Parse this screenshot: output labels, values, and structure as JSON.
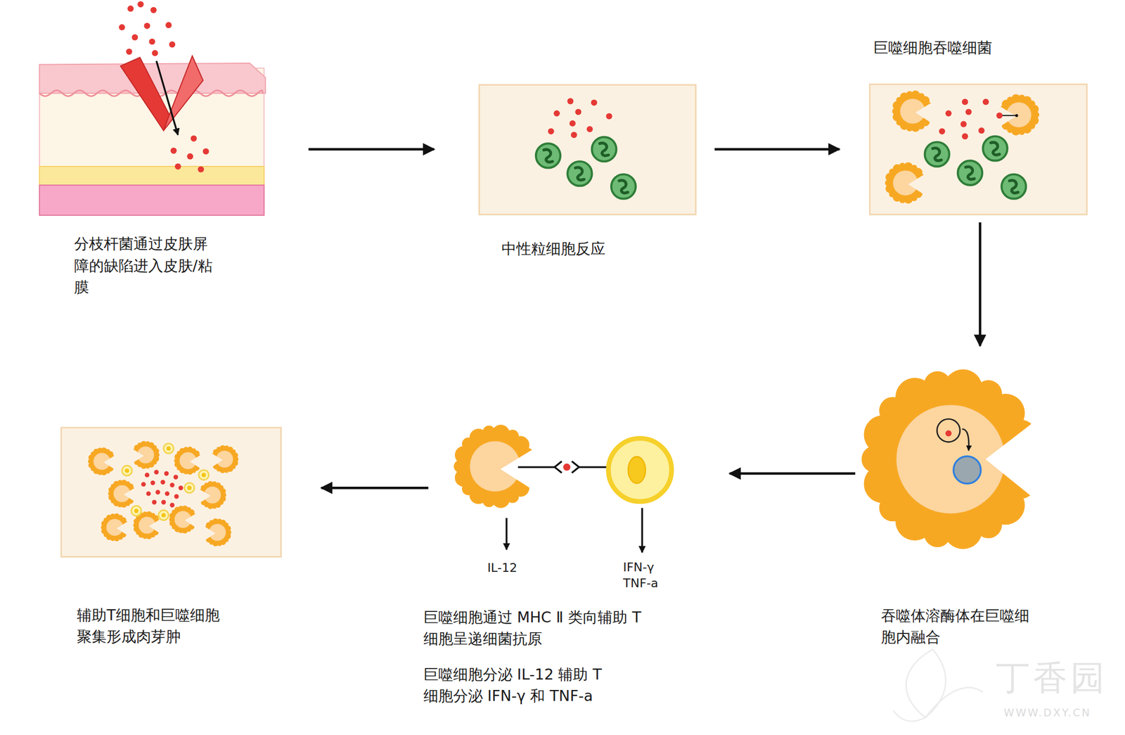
{
  "diagram": {
    "nodes": [
      {
        "text": [
          "分枝杆菌通过皮肤屏 障的缺陷进入皮肤/粘 膜"
        ]
      },
      {
        "text": [
          "中性粒细胞反应"
        ]
      },
      {
        "text": [
          "巨噬细胞吞噬细菌"
        ]
      },
      {
        "text": [
          "吞噬体溶酶体在巨噬细 胞内融合"
        ]
      },
      {
        "text": [
          "巨噬细胞通过 MHC Ⅱ 类向辅助 T 细胞呈递细菌抗原",
          "巨噬细胞分泌 IL-12 辅助 T 细胞分泌 IFN-γ 和 TNF-a"
        ]
      },
      {
        "text": [
          "辅助T细胞和巨噬细胞 聚集形成肉芽肿"
        ]
      }
    ],
    "edges": [
      {
        "from": 0,
        "to": 1,
        "arrow": "to"
      },
      {
        "from": 1,
        "to": 2,
        "arrow": "to"
      },
      {
        "from": 2,
        "to": 3,
        "arrow": "to"
      },
      {
        "from": 3,
        "to": 4,
        "arrow": "to"
      },
      {
        "from": 4,
        "to": 5,
        "arrow": "to"
      }
    ],
    "labels": [
      "IL-12",
      "IFN-γ",
      "TNF-a",
      "丁香园",
      "WWW.DXY.CN"
    ]
  }
}
